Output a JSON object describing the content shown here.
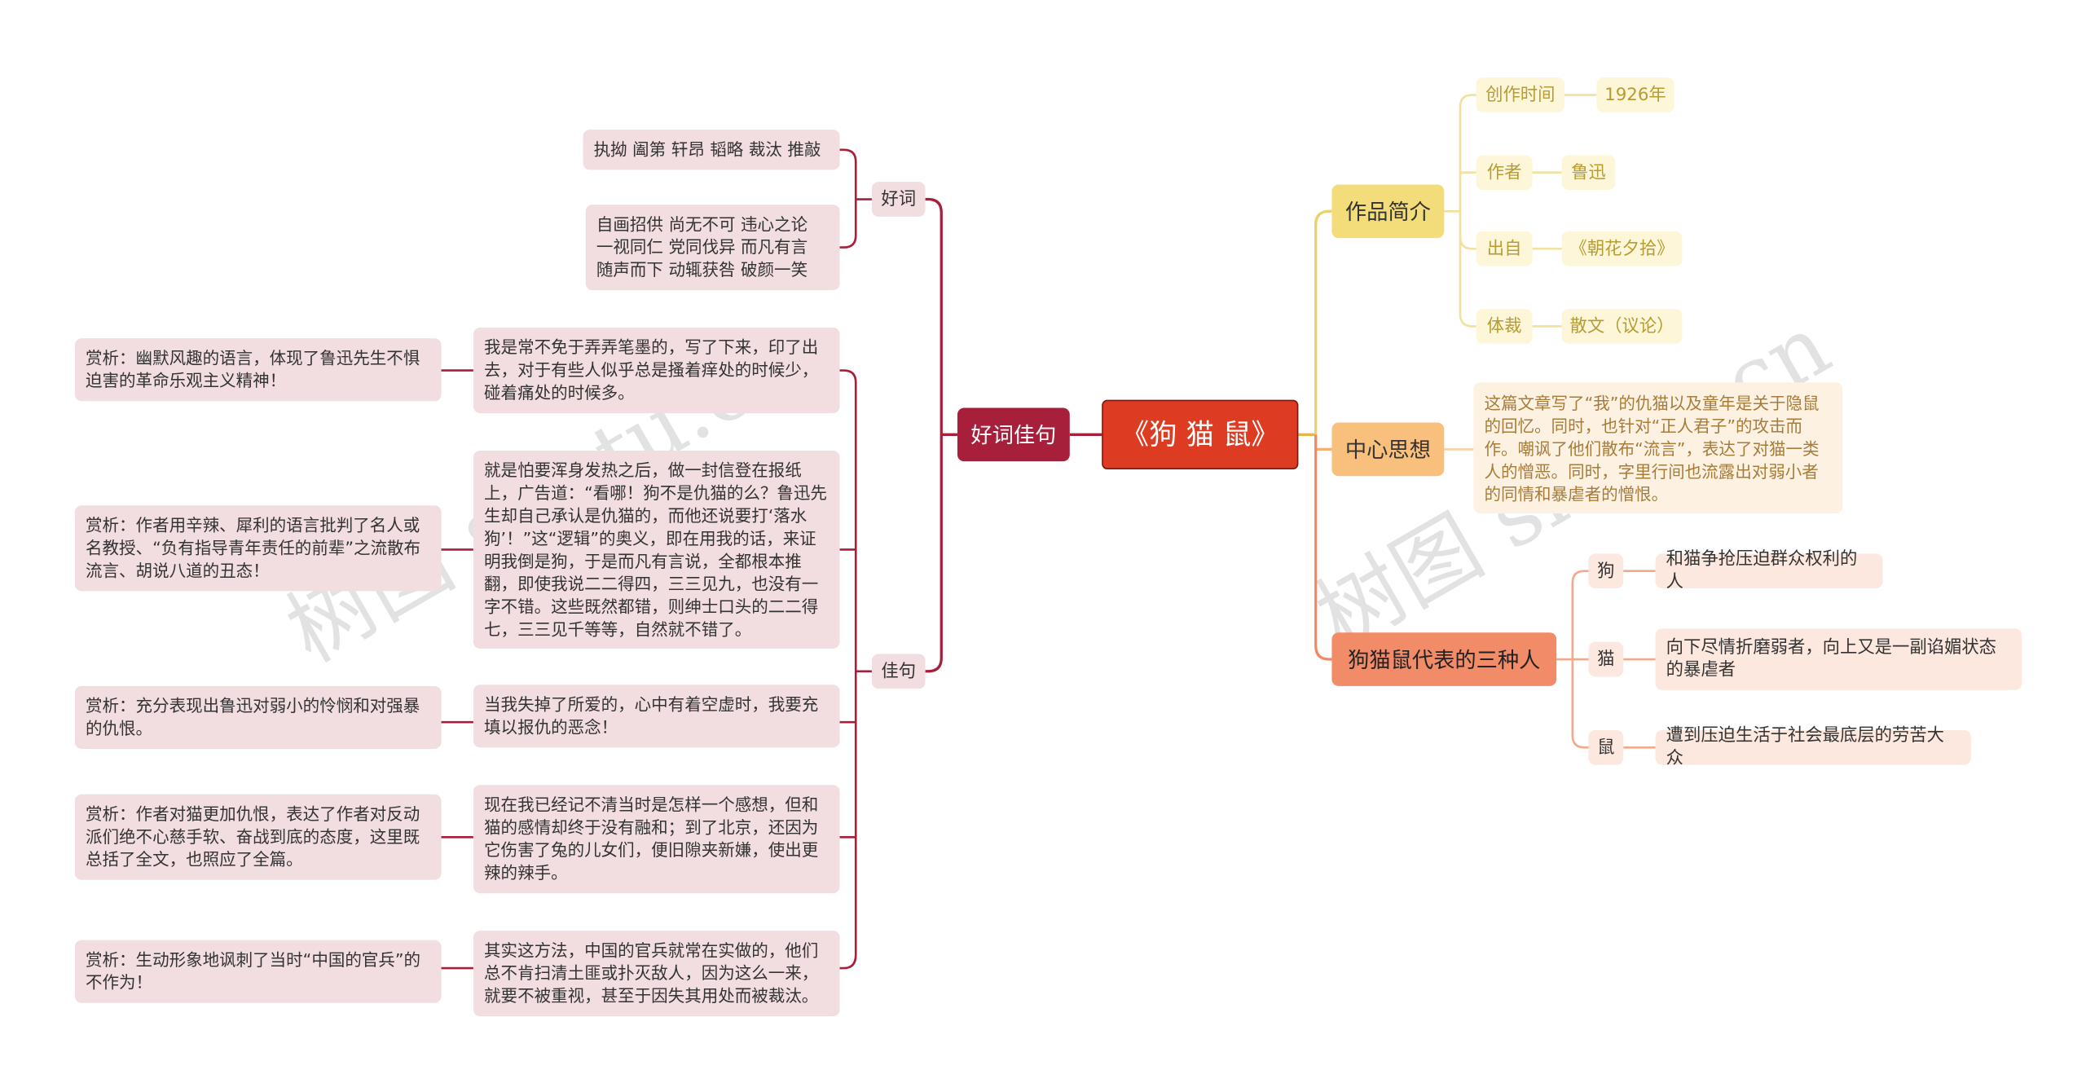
{
  "root": {
    "title": "《狗 猫 鼠》"
  },
  "left": {
    "label": "好词佳句",
    "words": {
      "label": "好词",
      "items": [
        "执拗 阖第 轩昂 韬略 裁汰 推敲",
        "自画招供 尚无不可 违心之论 一视同仁 党同伐异 而凡有言 随声而下 动辄获咎 破颜一笑"
      ]
    },
    "sentences": {
      "label": "佳句",
      "items": [
        {
          "quote": "我是常不免于弄弄笔墨的，写了下来，印了出去，对于有些人似乎总是搔着痒处的时候少，碰着痛处的时候多。",
          "note": "赏析：幽默风趣的语言，体现了鲁迅先生不惧迫害的革命乐观主义精神！"
        },
        {
          "quote": "就是怕要浑身发热之后，做一封信登在报纸上，广告道：“看哪！狗不是仇猫的么？鲁迅先生却自己承认是仇猫的，而他还说要打‘落水狗’！”这“逻辑”的奥义，即在用我的话，来证明我倒是狗，于是而凡有言说，全都根本推翻，即使我说二二得四，三三见九，也没有一字不错。这些既然都错，则绅士口头的二二得七，三三见千等等，自然就不错了。",
          "note": "赏析：作者用辛辣、犀利的语言批判了名人或名教授、“负有指导青年责任的前辈”之流散布流言、胡说八道的丑态！"
        },
        {
          "quote": "当我失掉了所爱的，心中有着空虚时，我要充填以报仇的恶念！",
          "note": "赏析：充分表现出鲁迅对弱小的怜悯和对强暴的仇恨。"
        },
        {
          "quote": "现在我已经记不清当时是怎样一个感想，但和猫的感情却终于没有融和；到了北京，还因为它伤害了兔的儿女们，便旧隙夹新嫌，使出更辣的辣手。",
          "note": "赏析：作者对猫更加仇恨，表达了作者对反动派们绝不心慈手软、奋战到底的态度，这里既总括了全文，也照应了全篇。"
        },
        {
          "quote": "其实这方法，中国的官兵就常在实做的，他们总不肯扫清土匪或扑灭敌人，因为这么一来，就要不被重视，甚至于因失其用处而被裁汰。",
          "note": "赏析：生动形象地讽刺了当时“中国的官兵”的不作为！"
        }
      ]
    }
  },
  "right": {
    "intro": {
      "label": "作品简介",
      "items": [
        {
          "key": "创作时间",
          "value": "1926年"
        },
        {
          "key": "作者",
          "value": "鲁迅"
        },
        {
          "key": "出自",
          "value": "《朝花夕拾》"
        },
        {
          "key": "体裁",
          "value": "散文（议论）"
        }
      ]
    },
    "idea": {
      "label": "中心思想",
      "text": "这篇文章写了“我”的仇猫以及童年是关于隐鼠的回忆。同时，也针对“正人君子”的攻击而作。嘲讽了他们散布“流言”，表达了对猫一类人的憎恶。同时，字里行间也流露出对弱小者的同情和暴虐者的憎恨。"
    },
    "three": {
      "label": "狗猫鼠代表的三种人",
      "items": [
        {
          "key": "狗",
          "value": "和猫争抢压迫群众权利的人"
        },
        {
          "key": "猫",
          "value": "向下尽情折磨弱者，向上又是一副谄媚状态的暴虐者"
        },
        {
          "key": "鼠",
          "value": "遭到压迫生活于社会最底层的劳苦大众"
        }
      ]
    }
  },
  "watermarks": [
    "树图 shutu.cn",
    "树图 shutu.cn"
  ],
  "colors": {
    "root": "#dd3b22",
    "left_branch": "#a81f3b",
    "intro": "#f3dc7a",
    "idea": "#f8c07c",
    "three": "#f28b67"
  }
}
